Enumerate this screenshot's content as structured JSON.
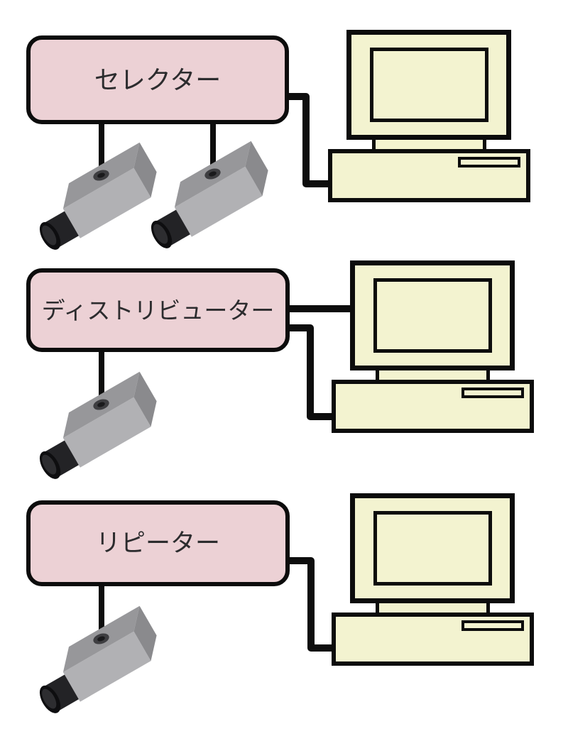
{
  "diagram_title": "",
  "rows": [
    {
      "id": "selector",
      "label": "セレクター",
      "camera_count": 2,
      "computer_count": 1
    },
    {
      "id": "distributor",
      "label": "ディストリビューター",
      "camera_count": 1,
      "computer_count": 1
    },
    {
      "id": "repeater",
      "label": "リピーター",
      "camera_count": 1,
      "computer_count": 1
    }
  ],
  "icons": {
    "camera": "surveillance-camera-icon",
    "computer": "desktop-computer-icon"
  },
  "colors": {
    "background": "#ffffff",
    "box_fill": "#ecd1d5",
    "box_border": "#0c0c0c",
    "computer_fill": "#f3f3d0",
    "wire": "#0d0d0d",
    "label_text": "#2c2c2e"
  }
}
